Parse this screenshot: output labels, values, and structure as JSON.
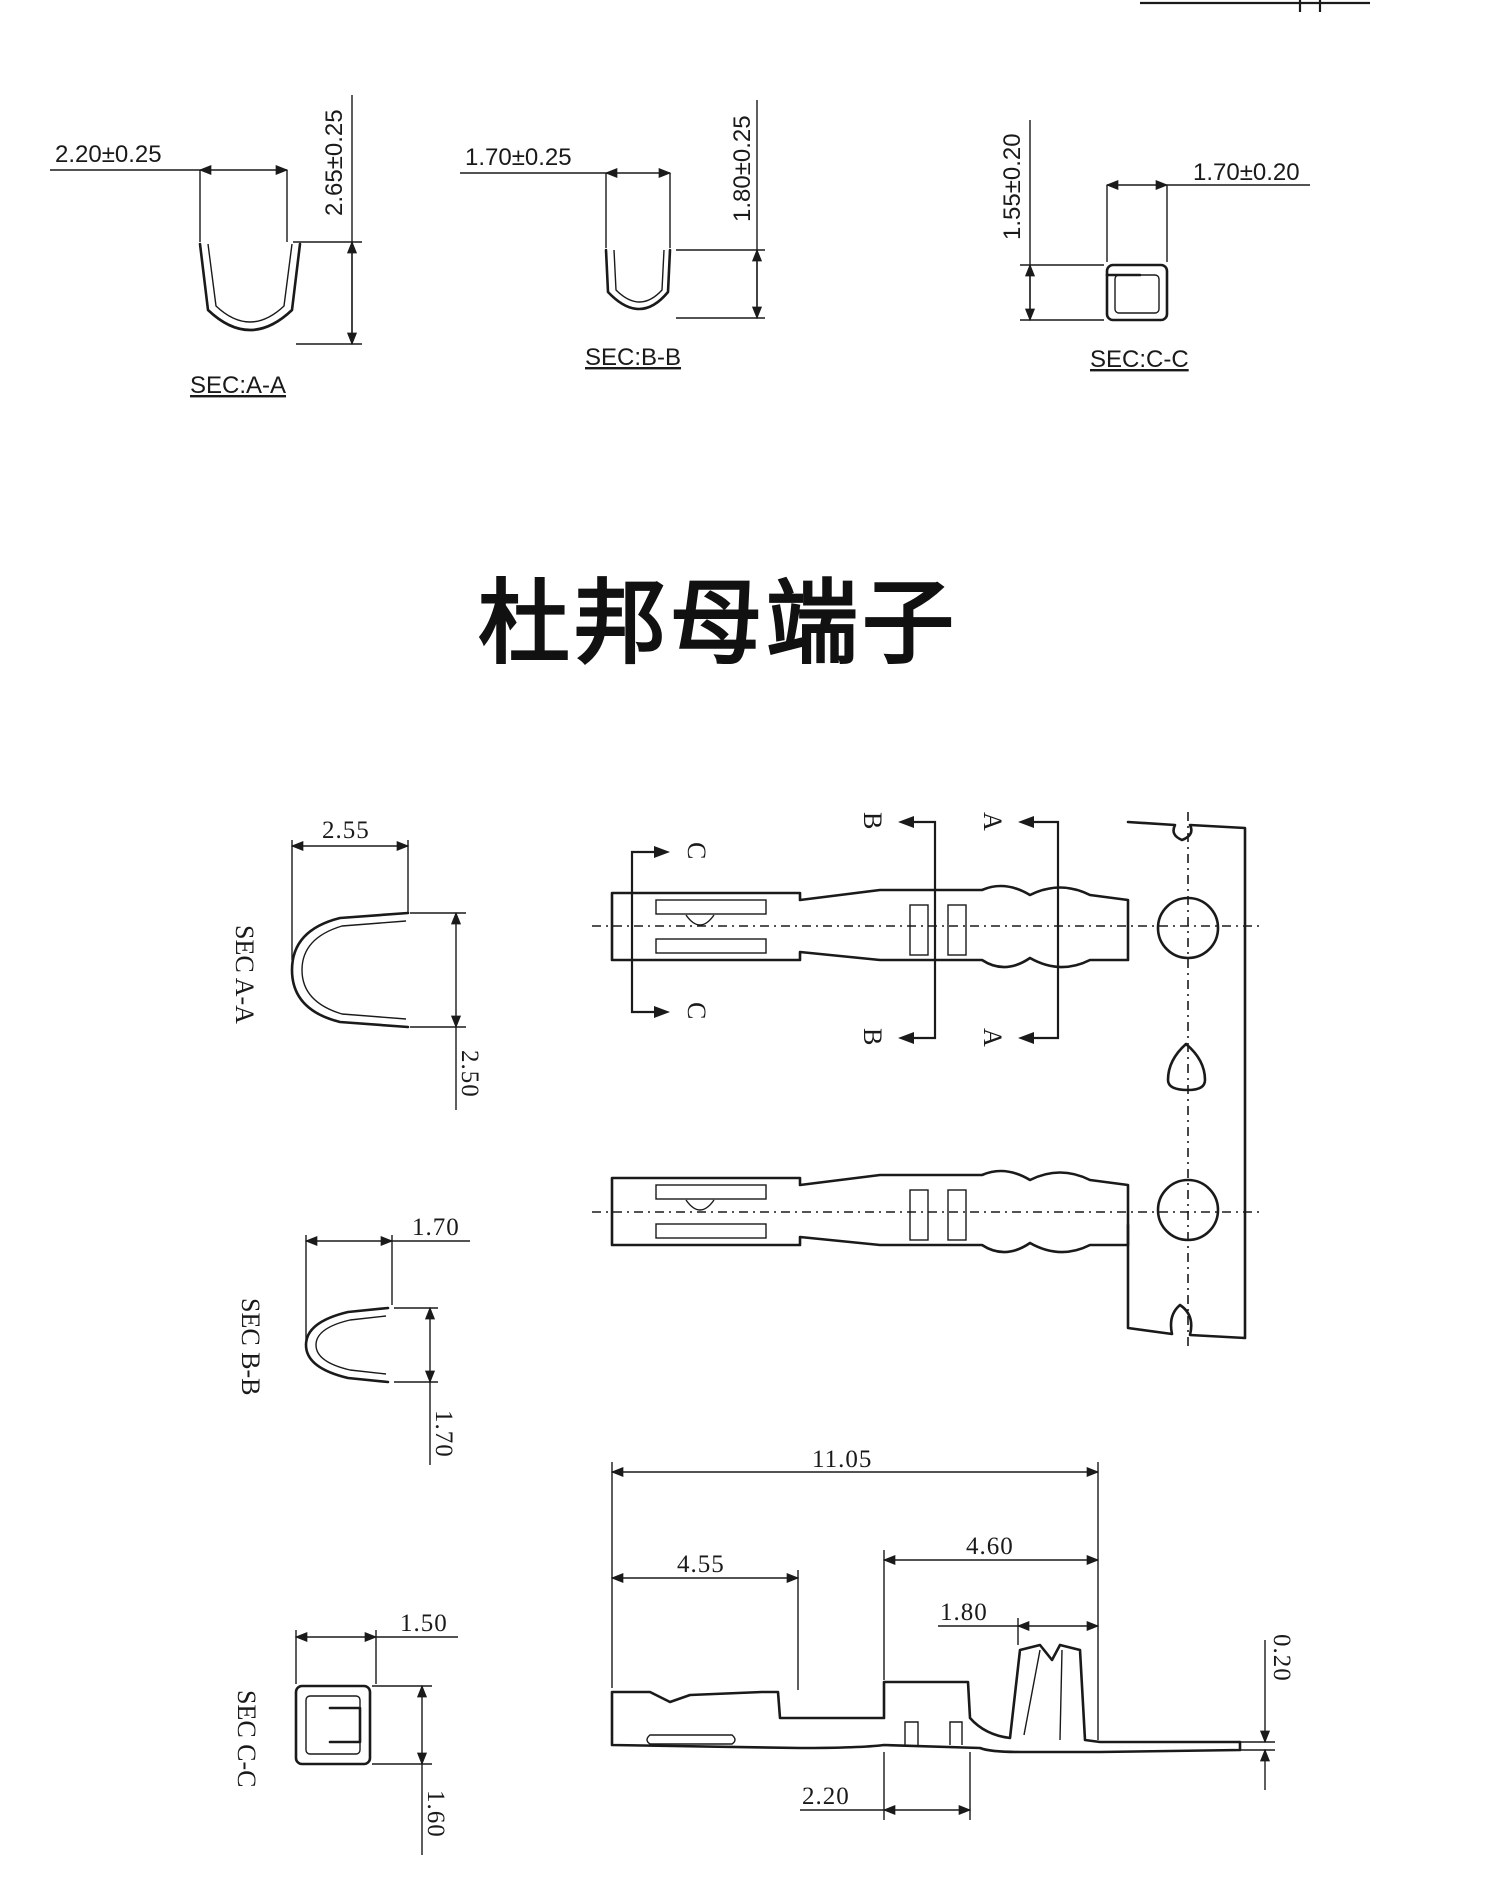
{
  "title": "杜邦母端子",
  "top_sections": {
    "sec_aa": {
      "label": "SEC:A-A",
      "width": "2.20±0.25",
      "height": "2.65±0.25"
    },
    "sec_bb": {
      "label": "SEC:B-B",
      "width": "1.70±0.25",
      "height": "1.80±0.25"
    },
    "sec_cc": {
      "label": "SEC:C-C",
      "width": "1.70±0.20",
      "height": "1.55±0.20"
    }
  },
  "side_sections": {
    "aa": {
      "label": "SEC A-A",
      "width": "2.55",
      "height": "2.50"
    },
    "bb": {
      "label": "SEC B-B",
      "width": "1.70",
      "height": "1.70"
    },
    "cc": {
      "label": "SEC C-C",
      "width": "1.50",
      "height": "1.60"
    }
  },
  "section_markers": {
    "a": "A",
    "b": "B",
    "c": "C"
  },
  "side_view_dims": {
    "overall": "11.05",
    "front": "4.55",
    "rear": "4.60",
    "crimp": "1.80",
    "middle": "2.20",
    "thickness": "0.20"
  }
}
